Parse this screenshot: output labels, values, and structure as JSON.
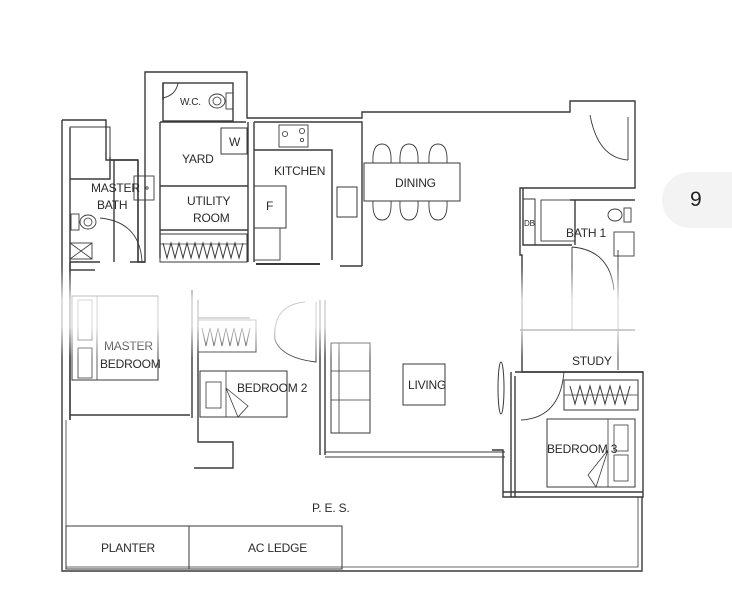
{
  "floorplan": {
    "rooms": {
      "wc": "W.C.",
      "yard": "YARD",
      "washer": "W",
      "kitchen": "KITCHEN",
      "fridge": "F",
      "dining": "DINING",
      "master_bath_line1": "MASTER",
      "master_bath_line2": "BATH",
      "utility_line1": "UTILITY",
      "utility_line2": "ROOM",
      "bath1": "BATH 1",
      "db": "DB",
      "master_bedroom_line1": "MASTER",
      "master_bedroom_line2": "BEDROOM",
      "bedroom2": "BEDROOM 2",
      "living": "LIVING",
      "study": "STUDY",
      "bedroom3": "BEDROOM 3",
      "pes": "P. E. S.",
      "planter": "PLANTER",
      "ac_ledge": "AC LEDGE"
    },
    "colors": {
      "line": "#3a3a3a",
      "background": "#ffffff"
    }
  },
  "page_indicator": {
    "value": "9"
  }
}
